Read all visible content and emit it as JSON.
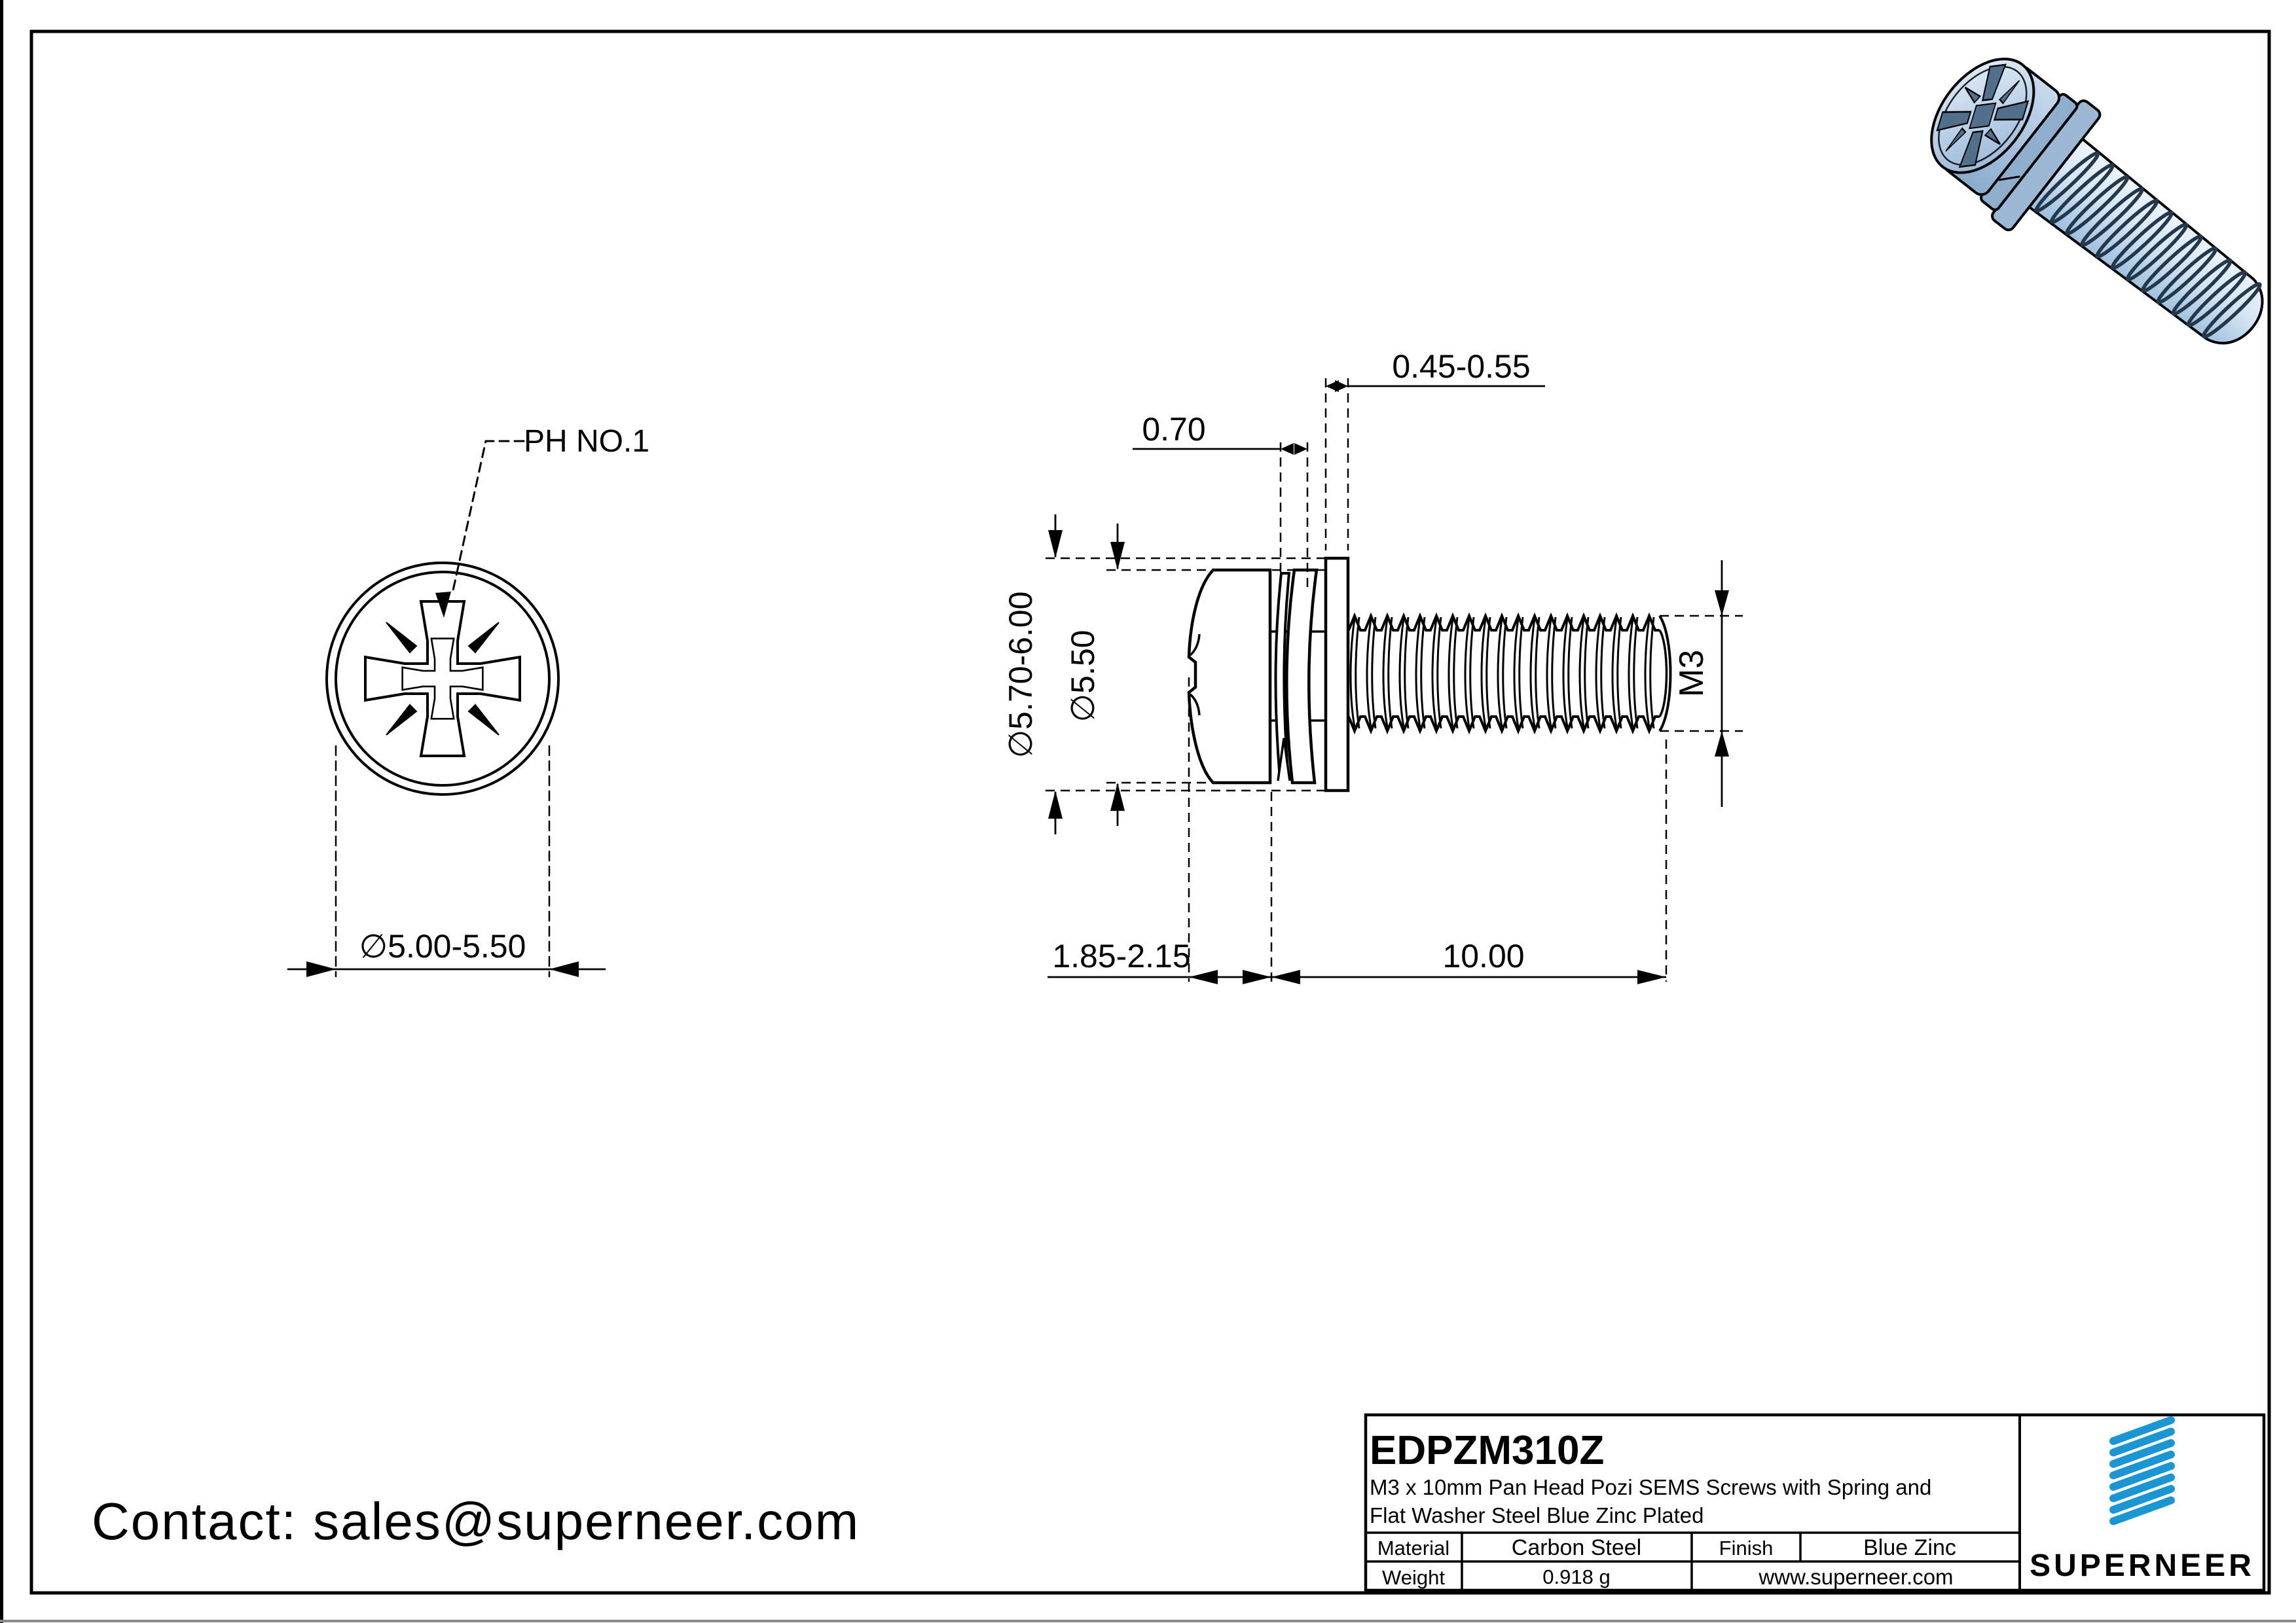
{
  "page": {
    "contact": "Contact: sales@superneer.com"
  },
  "front_view": {
    "drive_label": "PH NO.1",
    "head_diameter": "∅5.00-5.50"
  },
  "side_view": {
    "spring_washer_thickness": "0.70",
    "flat_washer_thickness": "0.45-0.55",
    "flat_washer_od": "∅5.70-6.00",
    "spring_washer_od": "∅5.50",
    "head_height": "1.85-2.15",
    "thread_length": "10.00",
    "thread_size": "M3"
  },
  "title_block": {
    "part_number": "EDPZM310Z",
    "description_line1": "M3 x 10mm Pan Head Pozi SEMS Screws with Spring and",
    "description_line2": "Flat Washer Steel Blue Zinc Plated",
    "material_label": "Material",
    "material_value": "Carbon Steel",
    "finish_label": "Finish",
    "finish_value": "Blue Zinc",
    "weight_label": "Weight",
    "weight_value": "0.918 g",
    "website": "www.superneer.com",
    "brand_name": "SUPERNEER"
  },
  "colors": {
    "brand_blue": "#1b96d2",
    "link_blue": "#1a8fd9",
    "line_color": "#000000"
  }
}
